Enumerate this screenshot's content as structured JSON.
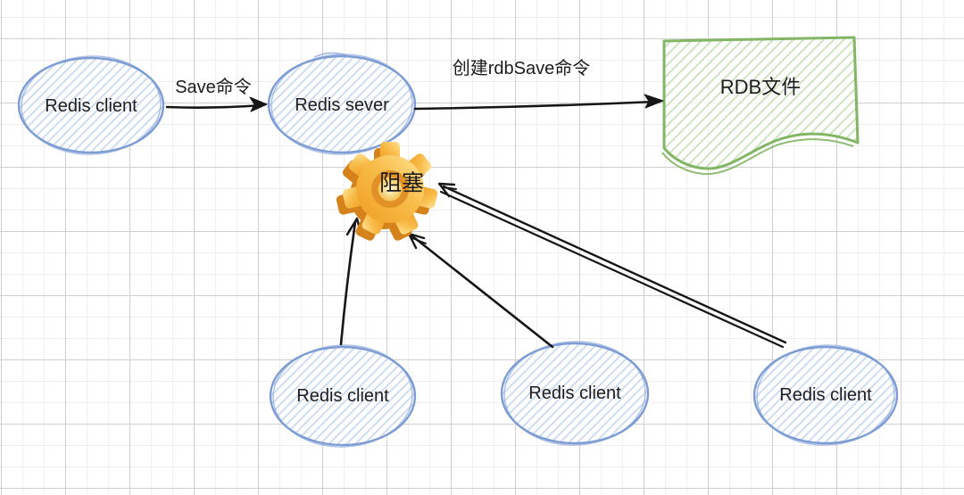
{
  "diagram": {
    "title": "Redis RDB save blocking diagram",
    "nodes": {
      "client_top_left": {
        "label": "Redis client",
        "shape": "ellipse"
      },
      "server": {
        "label": "Redis sever",
        "shape": "ellipse"
      },
      "rdb_file": {
        "label": "RDB文件",
        "shape": "document"
      },
      "blocking_gear": {
        "label": "阻塞",
        "shape": "gear-icon"
      },
      "client_bottom_left": {
        "label": "Redis client",
        "shape": "ellipse"
      },
      "client_bottom_middle": {
        "label": "Redis client",
        "shape": "ellipse"
      },
      "client_bottom_right": {
        "label": "Redis client",
        "shape": "ellipse"
      }
    },
    "edges": {
      "save_command": {
        "label": "Save命令",
        "from": "client_top_left",
        "to": "server"
      },
      "create_rdb_save": {
        "label": "创建rdbSave命令",
        "from": "server",
        "to": "rdb_file"
      },
      "blocked_left": {
        "label": "",
        "from": "client_bottom_left",
        "to": "blocking_gear"
      },
      "blocked_middle": {
        "label": "",
        "from": "client_bottom_middle",
        "to": "blocking_gear"
      },
      "blocked_right": {
        "label": "",
        "from": "client_bottom_right",
        "to": "blocking_gear"
      }
    },
    "colors": {
      "node_stroke": "#7d9cd4",
      "node_hatch": "#c9d9f0",
      "file_stroke": "#82b564",
      "file_hatch": "#c3deb4",
      "arrow": "#161616",
      "text": "#1c1c1c",
      "gear_gold_light": "#ffe394",
      "gear_gold_dark": "#ef9d22",
      "gear_side": "#d5821b",
      "grid_minor": "#efefef",
      "grid_major": "#cfcfcf"
    }
  }
}
